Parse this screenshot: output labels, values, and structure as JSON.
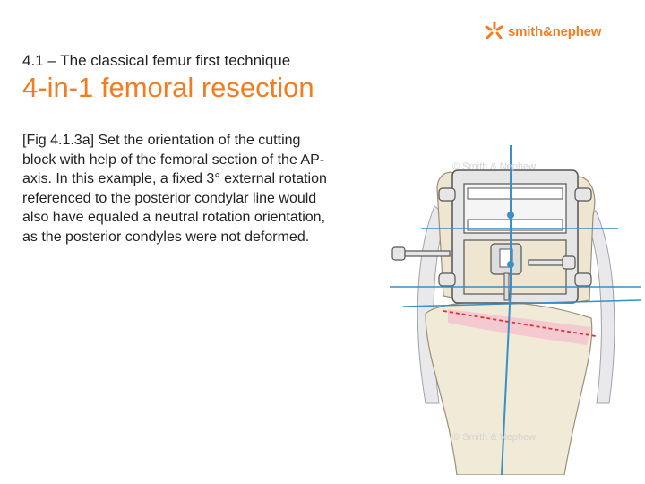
{
  "brand": {
    "logo_text": "smith&nephew",
    "logo_color": "#f47c20"
  },
  "header": {
    "section_label": "4.1 – The classical femur first technique",
    "title": "4-in-1 femoral resection"
  },
  "body": {
    "paragraph": "[Fig 4.1.3a] Set the orientation of the cutting block with help of the femoral section of the AP-axis. In this example, a fixed 3° external rotation referenced to the posterior condylar line would also have equaled a neutral rotation orientation, as the posterior condyles were not deformed."
  },
  "figure": {
    "watermark_top": "© Smith & Nephew",
    "watermark_bottom": "© Smith & Nephew",
    "colors": {
      "axis_line": "#3a8fc4",
      "resection_line": "#d8323c",
      "bone": "#f1ead7",
      "bone_cut": "#f4c9cf",
      "block": "#e6e6e6"
    }
  }
}
